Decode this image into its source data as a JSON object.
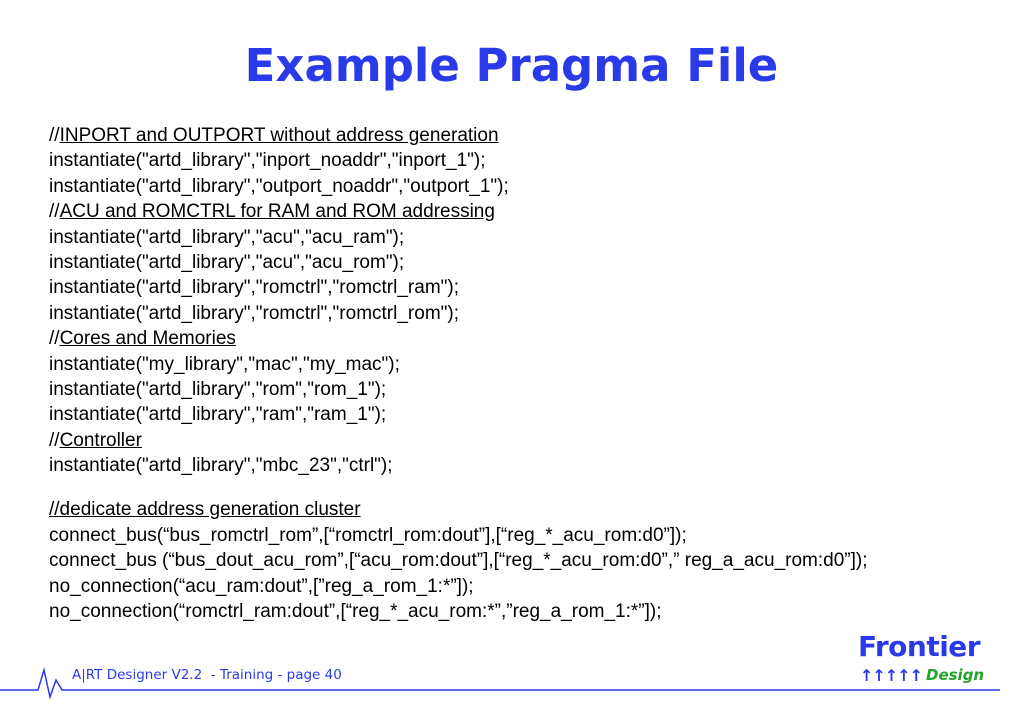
{
  "slide": {
    "title": "Example Pragma File"
  },
  "code": {
    "c1_prefix": "//",
    "c1_text": "INPORT and OUTPORT without address generation",
    "l1": "instantiate(\"artd_library\",\"inport_noaddr\",\"inport_1\");",
    "l2": "instantiate(\"artd_library\",\"outport_noaddr\",\"outport_1\");",
    "c2_prefix": "//",
    "c2_text": "ACU and ROMCTRL for RAM and ROM addressing",
    "l3": "instantiate(\"artd_library\",\"acu\",\"acu_ram\");",
    "l4": "instantiate(\"artd_library\",\"acu\",\"acu_rom\");",
    "l5": "instantiate(\"artd_library\",\"romctrl\",\"romctrl_ram\");",
    "l6": "instantiate(\"artd_library\",\"romctrl\",\"romctrl_rom\");",
    "c3_prefix": "//",
    "c3_text": "Cores and Memories",
    "l7": "instantiate(\"my_library\",\"mac\",\"my_mac\");",
    "l8": "instantiate(\"artd_library\",\"rom\",\"rom_1\");",
    "l9": "instantiate(\"artd_library\",\"ram\",\"ram_1\");",
    "c4_prefix": "//",
    "c4_text": "Controller",
    "l10": "instantiate(\"artd_library\",\"mbc_23\",\"ctrl\");",
    "c5_text": "//dedicate address generation cluster",
    "l11": "connect_bus(“bus_romctrl_rom”,[“romctrl_rom:dout”],[“reg_*_acu_rom:d0”]);",
    "l12": "connect_bus (“bus_dout_acu_rom”,[“acu_rom:dout”],[“reg_*_acu_rom:d0”,” reg_a_acu_rom:d0”]);",
    "l13": "no_connection(“acu_ram:dout”,[”reg_a_rom_1:*”]);",
    "l14": "no_connection(“romctrl_ram:dout”,[“reg_*_acu_rom:*”,”reg_a_rom_1:*”]);"
  },
  "footer": {
    "text": "A|RT Designer V2.2  - Training - page 40"
  },
  "logo": {
    "word1": "Frontier",
    "arrows": "↑↑↑↑↑",
    "word2": "Design"
  },
  "colors": {
    "title_blue": "#2a3ae8",
    "logo_green": "#22a32a"
  }
}
